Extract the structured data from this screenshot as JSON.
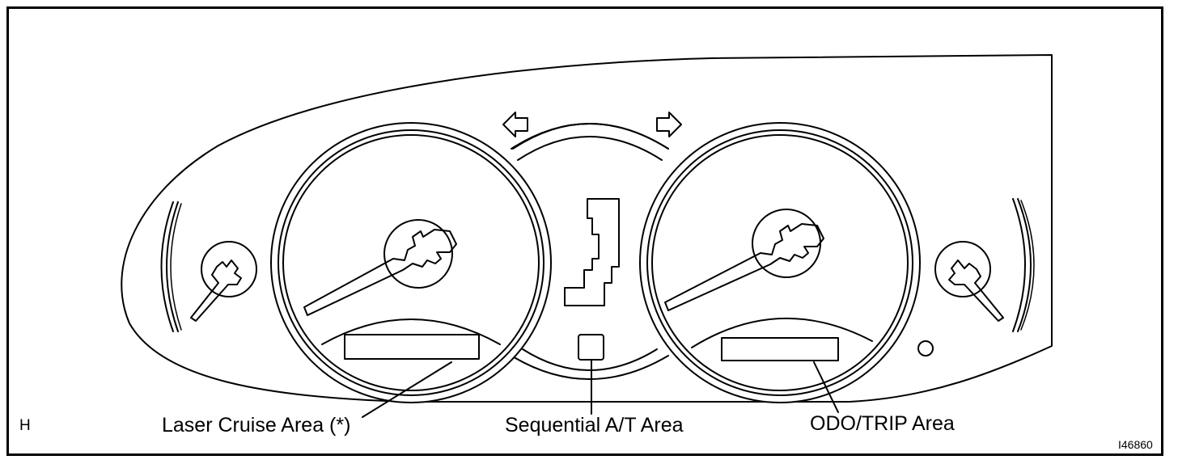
{
  "view_code": "H",
  "figure_id": "I46860",
  "callouts": {
    "laser_cruise": "Laser Cruise Area (*)",
    "sequential_at": "Sequential A/T Area",
    "odo_trip": "ODO/TRIP Area"
  }
}
